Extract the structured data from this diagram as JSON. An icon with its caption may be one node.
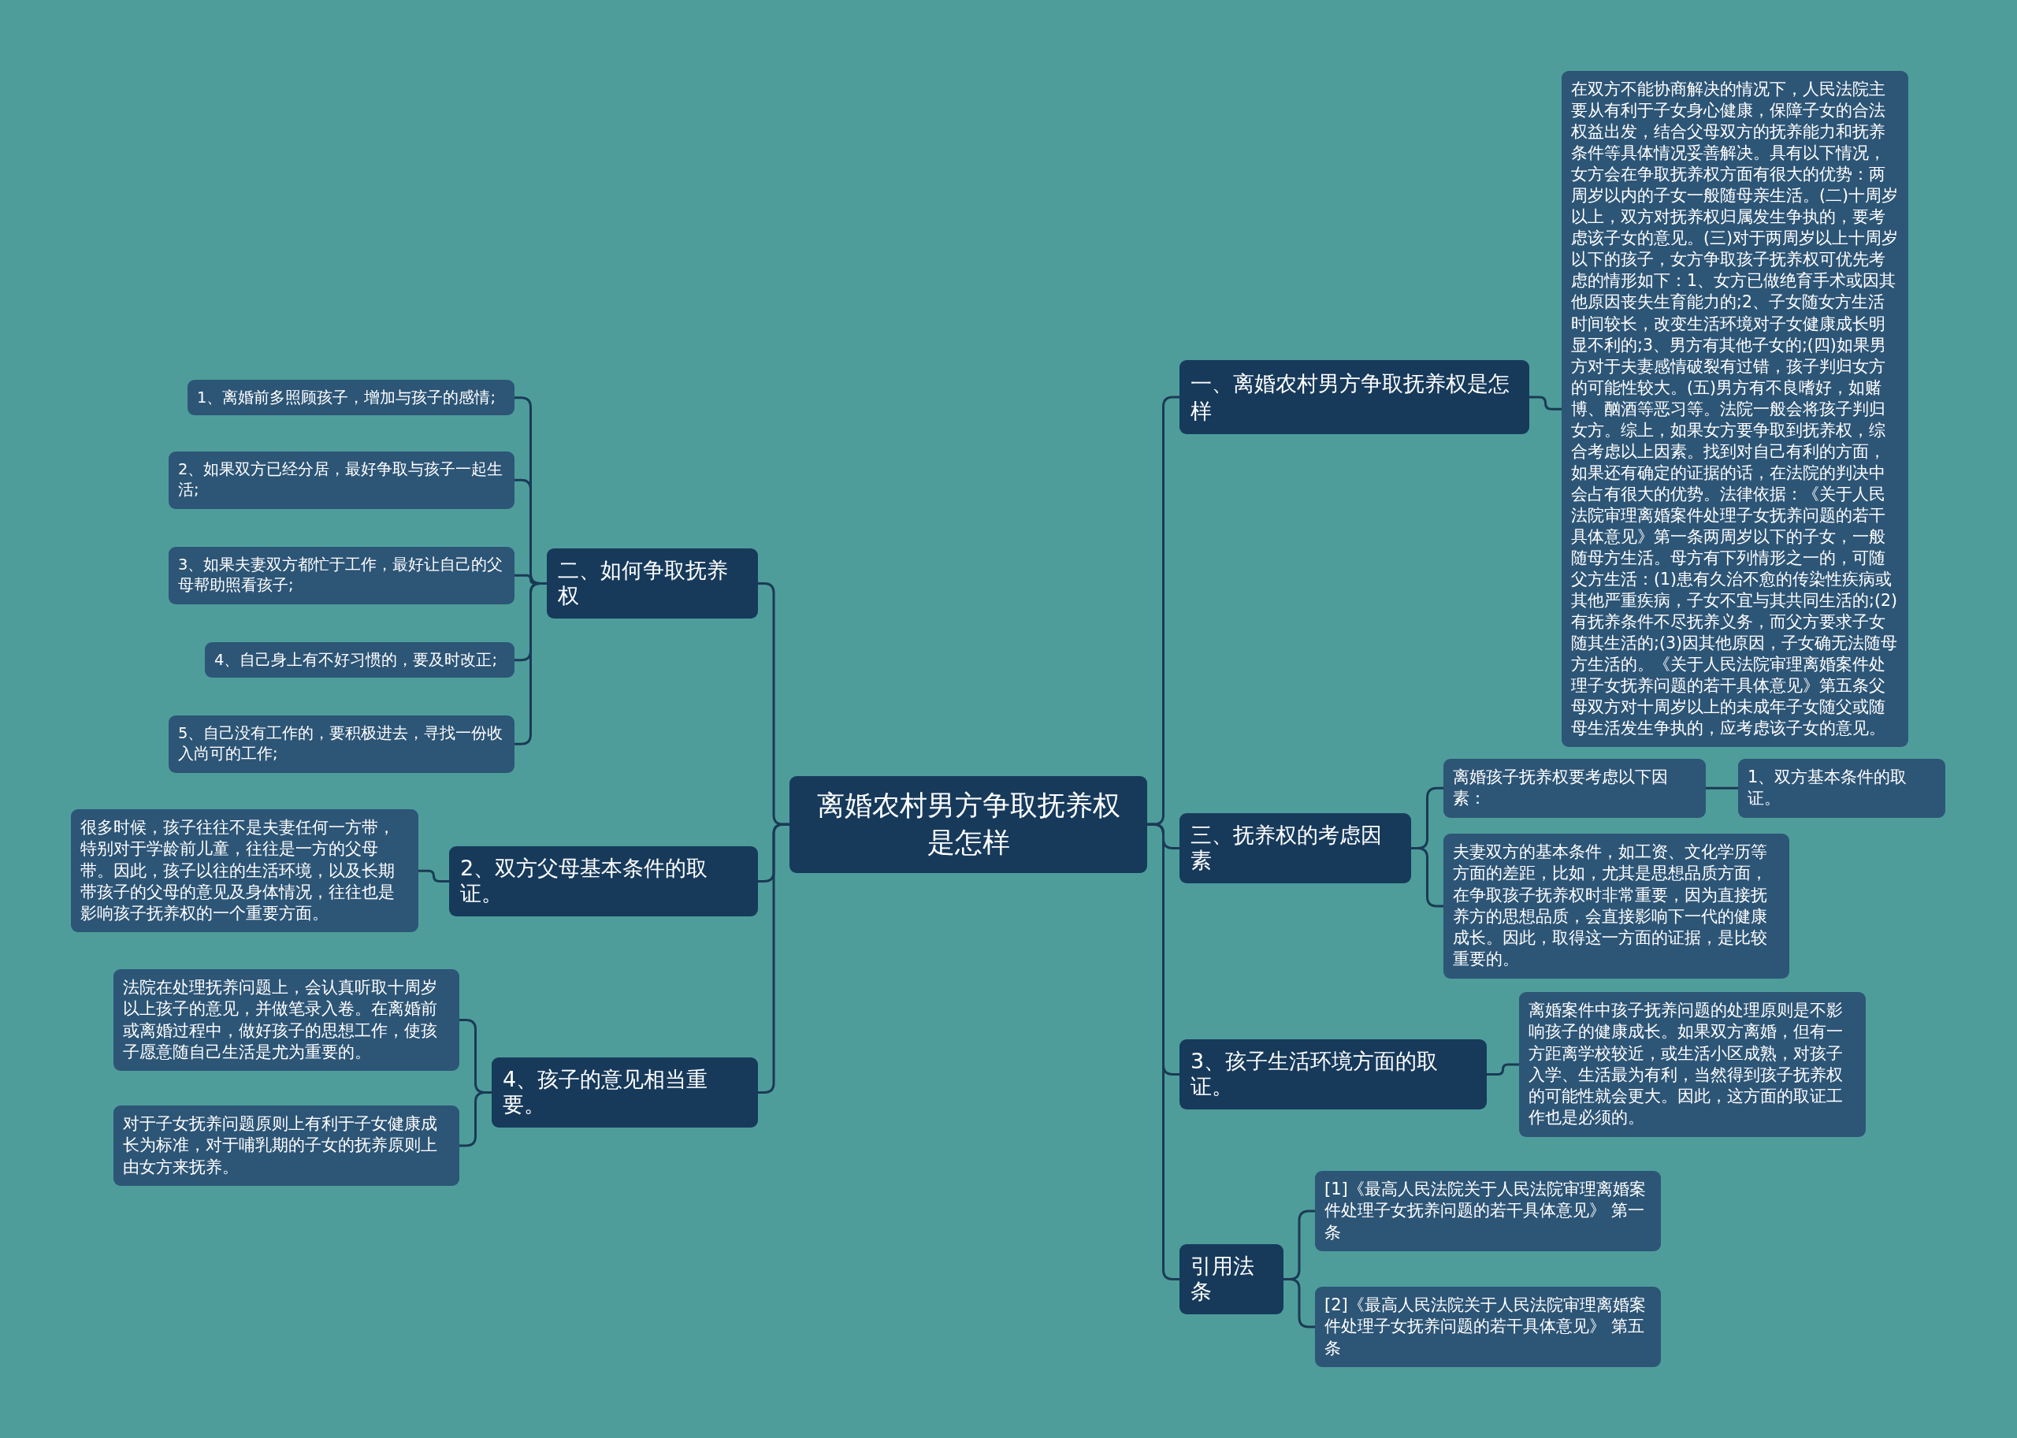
{
  "diagram": {
    "nodes": [
      {
        "text": [
          "离婚农村男方争取抚养权是怎样"
        ]
      },
      {
        "text": [
          "一、离婚农村男方争取抚养权是怎样"
        ]
      },
      {
        "text": [
          "在双方不能协商解决的情况下，人民法院主要从有利于子女身心健康，保障子女的合法权益出发，结合父母双方的抚养能力和抚养条件等具体情况妥善解决。具有以下情况，女方会在争取抚养权方面有很大的优势：两周岁以内的子女一般随母亲生活。(二)十周岁以上，双方对抚养权归属发生争执的，要考虑该子女的意见。(三)对于两周岁以上十周岁以下的孩子，女方争取孩子抚养权可优先考虑的情形如下：1、女方已做绝育手术或因其他原因丧失生育能力的;2、子女随女方生活时间较长，改变生活环境对子女健康成长明显不利的;3、男方有其他子女的;(四)如果男方对于夫妻感情破裂有过错，孩子判归女方的可能性较大。(五)男方有不良嗜好，如赌博、酗酒等恶习等。法院一般会将孩子判归女方。综上，如果女方要争取到抚养权，综合考虑以上因素。找到对自己有利的方面，如果还有确定的证据的话，在法院的判决中会占有很大的优势。法律依据：《关于人民法院审理离婚案件处理子女抚养问题的若干具体意见》第一条两周岁以下的子女，一般随母方生活。母方有下列情形之一的，可随父方生活：(1)患有久治不愈的传染性疾病或其他严重疾病，子女不宜与其共同生活的;(2)有抚养条件不尽抚养义务，而父方要求子女随其生活的;(3)因其他原因，子女确无法随母方生活的。《关于人民法院审理离婚案件处理子女抚养问题的若干具体意见》第五条父母双方对十周岁以上的未成年子女随父或随母生活发生争执的，应考虑该子女的意见。"
        ]
      },
      {
        "text": [
          "三、抚养权的考虑因素"
        ]
      },
      {
        "text": [
          "离婚孩子抚养权要考虑以下因素："
        ]
      },
      {
        "text": [
          "1、双方基本条件的取证。"
        ]
      },
      {
        "text": [
          "夫妻双方的基本条件，如工资、文化学历等方面的差距，比如，尤其是思想品质方面，在争取孩子抚养权时非常重要，因为直接抚养方的思想品质，会直接影响下一代的健康成长。因此，取得这一方面的证据，是比较重要的。"
        ]
      },
      {
        "text": [
          "3、孩子生活环境方面的取证。"
        ]
      },
      {
        "text": [
          "离婚案件中孩子抚养问题的处理原则是不影响孩子的健康成长。如果双方离婚，但有一方距离学校较近，或生活小区成熟，对孩子入学、生活最为有利，当然得到孩子抚养权的可能性就会更大。因此，这方面的取证工作也是必须的。"
        ]
      },
      {
        "text": [
          "引用法条"
        ]
      },
      {
        "text": [
          "[1]《最高人民法院关于人民法院审理离婚案件处理子女抚养问题的若干具体意见》 第一条"
        ]
      },
      {
        "text": [
          "[2]《最高人民法院关于人民法院审理离婚案件处理子女抚养问题的若干具体意见》 第五条"
        ]
      },
      {
        "text": [
          "二、如何争取抚养权"
        ]
      },
      {
        "text": [
          "1、离婚前多照顾孩子，增加与孩子的感情;"
        ]
      },
      {
        "text": [
          "2、如果双方已经分居，最好争取与孩子一起生活;"
        ]
      },
      {
        "text": [
          "3、如果夫妻双方都忙于工作，最好让自己的父母帮助照看孩子;"
        ]
      },
      {
        "text": [
          "4、自己身上有不好习惯的，要及时改正;"
        ]
      },
      {
        "text": [
          "5、自己没有工作的，要积极进去，寻找一份收入尚可的工作;"
        ]
      },
      {
        "text": [
          "2、双方父母基本条件的取证。"
        ]
      },
      {
        "text": [
          "很多时候，孩子往往不是夫妻任何一方带，特别对于学龄前儿童，往往是一方的父母带。因此，孩子以往的生活环境，以及长期带孩子的父母的意见及身体情况，往往也是影响孩子抚养权的一个重要方面。"
        ]
      },
      {
        "text": [
          "4、孩子的意见相当重要。"
        ]
      },
      {
        "text": [
          "法院在处理抚养问题上，会认真听取十周岁以上孩子的意见，并做笔录入卷。在离婚前或离婚过程中，做好孩子的思想工作，使孩子愿意随自己生活是尤为重要的。"
        ]
      },
      {
        "text": [
          "对于子女抚养问题原则上有利于子女健康成长为标准，对于哺乳期的子女的抚养原则上由女方来抚养。"
        ]
      }
    ],
    "edges": [
      {
        "from": 0,
        "to": 1,
        "arrow": "none"
      },
      {
        "from": 1,
        "to": 2,
        "arrow": "none"
      },
      {
        "from": 0,
        "to": 3,
        "arrow": "none"
      },
      {
        "from": 3,
        "to": 4,
        "arrow": "none"
      },
      {
        "from": 4,
        "to": 5,
        "arrow": "none"
      },
      {
        "from": 3,
        "to": 6,
        "arrow": "none"
      },
      {
        "from": 0,
        "to": 7,
        "arrow": "none"
      },
      {
        "from": 7,
        "to": 8,
        "arrow": "none"
      },
      {
        "from": 0,
        "to": 9,
        "arrow": "none"
      },
      {
        "from": 9,
        "to": 10,
        "arrow": "none"
      },
      {
        "from": 9,
        "to": 11,
        "arrow": "none"
      },
      {
        "from": 0,
        "to": 12,
        "arrow": "none"
      },
      {
        "from": 12,
        "to": 13,
        "arrow": "none"
      },
      {
        "from": 12,
        "to": 14,
        "arrow": "none"
      },
      {
        "from": 12,
        "to": 15,
        "arrow": "none"
      },
      {
        "from": 12,
        "to": 16,
        "arrow": "none"
      },
      {
        "from": 12,
        "to": 17,
        "arrow": "none"
      },
      {
        "from": 0,
        "to": 18,
        "arrow": "none"
      },
      {
        "from": 18,
        "to": 19,
        "arrow": "none"
      },
      {
        "from": 0,
        "to": 20,
        "arrow": "none"
      },
      {
        "from": 20,
        "to": 21,
        "arrow": "none"
      },
      {
        "from": 20,
        "to": 22,
        "arrow": "none"
      }
    ]
  }
}
